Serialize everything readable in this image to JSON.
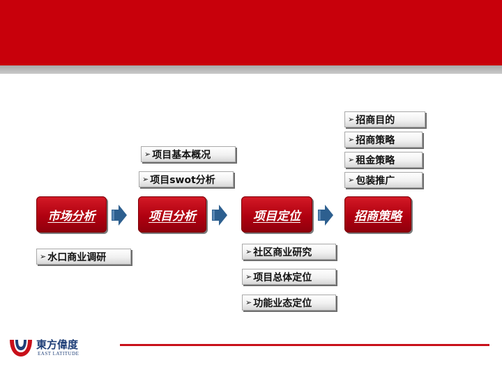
{
  "steps": [
    {
      "label": "市场分析"
    },
    {
      "label": "项目分析"
    },
    {
      "label": "项目定位"
    },
    {
      "label": "招商策略"
    }
  ],
  "bullet_icon": "triangle-right-icon",
  "tags": {
    "market": [
      "水口商业调研"
    ],
    "project": [
      "项目基本概况",
      "项目swot分析"
    ],
    "positioning": [
      "社区商业研究",
      "项目总体定位",
      "功能业态定位"
    ],
    "investment": [
      "招商目的",
      "招商策略",
      "租金策略",
      "包装推广"
    ]
  },
  "logo": {
    "brand": "東方偉度",
    "subtitle": "EAST LATITUDE"
  },
  "colors": {
    "header": "#c8000b",
    "step": "#b00010",
    "arrow": "#2d5f8f",
    "footer_rule": "#c8101a"
  }
}
